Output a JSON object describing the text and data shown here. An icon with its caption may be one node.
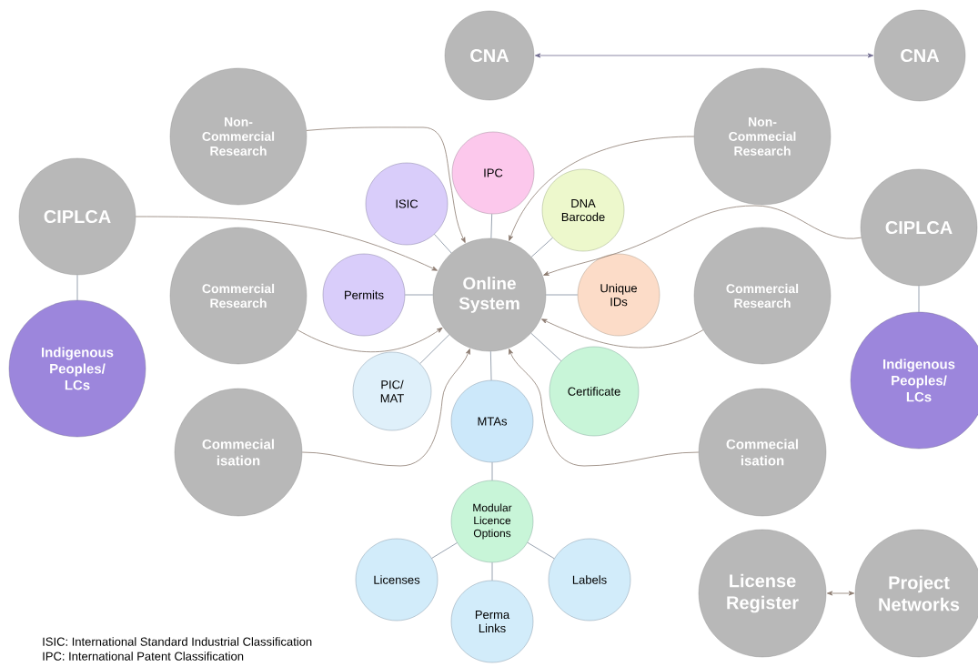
{
  "diagram": {
    "nodes": [
      {
        "text": [
          "CNA"
        ]
      },
      {
        "text": [
          "CNA"
        ]
      },
      {
        "text": [
          "Non-Commercial Research"
        ]
      },
      {
        "text": [
          "Non-Commecial Research"
        ]
      },
      {
        "text": [
          "IPC"
        ]
      },
      {
        "text": [
          "CIPLCA"
        ]
      },
      {
        "text": [
          "ISIC"
        ]
      },
      {
        "text": [
          "DNA Barcode"
        ]
      },
      {
        "text": [
          "CIPLCA"
        ]
      },
      {
        "text": [
          "Commercial Research"
        ]
      },
      {
        "text": [
          "Permits"
        ]
      },
      {
        "text": [
          "Online System"
        ]
      },
      {
        "text": [
          "Unique IDs"
        ]
      },
      {
        "text": [
          "Commercial Research"
        ]
      },
      {
        "text": [
          "Indigenous Peoples/ LCs"
        ]
      },
      {
        "text": [
          "PIC/ MAT"
        ]
      },
      {
        "text": [
          "Certificate"
        ]
      },
      {
        "text": [
          "MTAs"
        ]
      },
      {
        "text": [
          "Indigenous Peoples/ LCs"
        ]
      },
      {
        "text": [
          "Commecial isation"
        ]
      },
      {
        "text": [
          "Commecial isation"
        ]
      },
      {
        "text": [
          "Modular Licence Options"
        ]
      },
      {
        "text": [
          "Licenses"
        ]
      },
      {
        "text": [
          "Labels"
        ]
      },
      {
        "text": [
          "Perma Links"
        ]
      },
      {
        "text": [
          "License Register"
        ]
      },
      {
        "text": [
          "Project Networks"
        ]
      }
    ],
    "edges": [
      {
        "from": 0,
        "to": 1,
        "arrow": "both",
        "color": "#6e6a8e"
      },
      {
        "from": 2,
        "to": 11,
        "arrow": "to",
        "color": "#8c7b70"
      },
      {
        "from": 3,
        "to": 11,
        "arrow": "to",
        "color": "#8c7b70"
      },
      {
        "from": 5,
        "to": 11,
        "arrow": "to",
        "color": "#8c7b70"
      },
      {
        "from": 8,
        "to": 11,
        "arrow": "to",
        "color": "#8c7b70"
      },
      {
        "from": 9,
        "to": 11,
        "arrow": "to",
        "color": "#8c7b70"
      },
      {
        "from": 13,
        "to": 11,
        "arrow": "to",
        "color": "#8c7b70"
      },
      {
        "from": 19,
        "to": 11,
        "arrow": "to",
        "color": "#8c7b70"
      },
      {
        "from": 20,
        "to": 11,
        "arrow": "to",
        "color": "#8c7b70"
      },
      {
        "from": 6,
        "to": 11,
        "arrow": "none"
      },
      {
        "from": 4,
        "to": 11,
        "arrow": "none"
      },
      {
        "from": 7,
        "to": 11,
        "arrow": "none"
      },
      {
        "from": 10,
        "to": 11,
        "arrow": "none"
      },
      {
        "from": 12,
        "to": 11,
        "arrow": "none"
      },
      {
        "from": 15,
        "to": 11,
        "arrow": "none"
      },
      {
        "from": 16,
        "to": 11,
        "arrow": "none"
      },
      {
        "from": 17,
        "to": 11,
        "arrow": "none"
      },
      {
        "from": 17,
        "to": 21,
        "arrow": "none"
      },
      {
        "from": 21,
        "to": 22,
        "arrow": "none"
      },
      {
        "from": 21,
        "to": 23,
        "arrow": "none"
      },
      {
        "from": 21,
        "to": 24,
        "arrow": "none"
      },
      {
        "from": 5,
        "to": 14,
        "arrow": "none"
      },
      {
        "from": 8,
        "to": 18,
        "arrow": "none"
      },
      {
        "from": 25,
        "to": 26,
        "arrow": "both",
        "color": "#8c7b70"
      }
    ],
    "labels": [
      "ISIC: International Standard Industrial Classification",
      "IPC: International Patent Classification"
    ]
  }
}
